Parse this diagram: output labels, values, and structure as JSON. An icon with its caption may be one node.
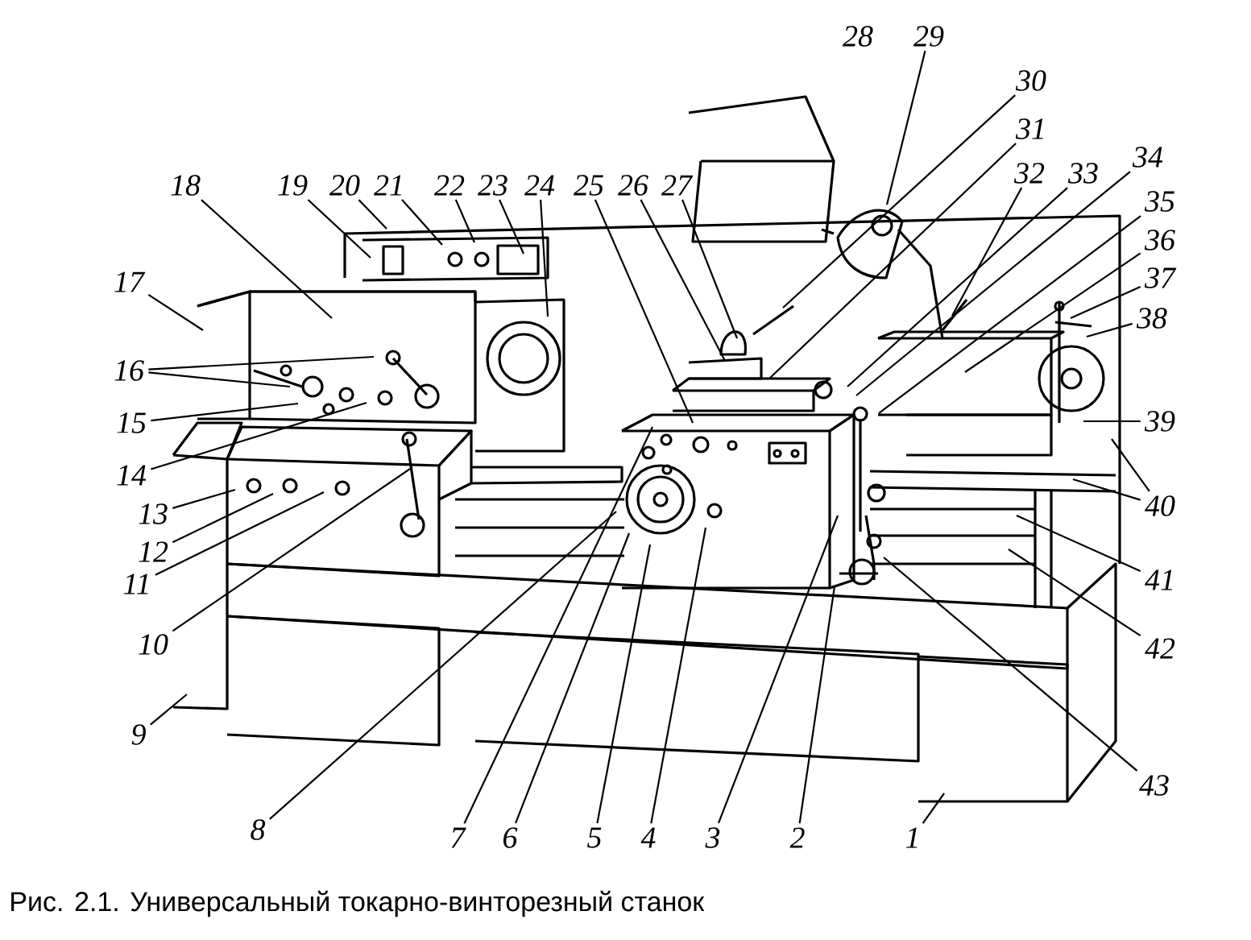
{
  "diagram": {
    "caption": "Рис. 2.1. Универсальный токарно-винторезный станок",
    "nodes": [
      {
        "text": [
          "1"
        ]
      },
      {
        "text": [
          "2"
        ]
      },
      {
        "text": [
          "3"
        ]
      },
      {
        "text": [
          "4"
        ]
      },
      {
        "text": [
          "5"
        ]
      },
      {
        "text": [
          "6"
        ]
      },
      {
        "text": [
          "7"
        ]
      },
      {
        "text": [
          "8"
        ]
      },
      {
        "text": [
          "9"
        ]
      },
      {
        "text": [
          "10"
        ]
      },
      {
        "text": [
          "11"
        ]
      },
      {
        "text": [
          "12"
        ]
      },
      {
        "text": [
          "13"
        ]
      },
      {
        "text": [
          "14"
        ]
      },
      {
        "text": [
          "15"
        ]
      },
      {
        "text": [
          "16"
        ]
      },
      {
        "text": [
          "17"
        ]
      },
      {
        "text": [
          "18"
        ]
      },
      {
        "text": [
          "19"
        ]
      },
      {
        "text": [
          "20"
        ]
      },
      {
        "text": [
          "21"
        ]
      },
      {
        "text": [
          "22"
        ]
      },
      {
        "text": [
          "23"
        ]
      },
      {
        "text": [
          "24"
        ]
      },
      {
        "text": [
          "25"
        ]
      },
      {
        "text": [
          "26"
        ]
      },
      {
        "text": [
          "27"
        ]
      },
      {
        "text": [
          "28"
        ]
      },
      {
        "text": [
          "29"
        ]
      },
      {
        "text": [
          "30"
        ]
      },
      {
        "text": [
          "31"
        ]
      },
      {
        "text": [
          "32"
        ]
      },
      {
        "text": [
          "33"
        ]
      },
      {
        "text": [
          "34"
        ]
      },
      {
        "text": [
          "35"
        ]
      },
      {
        "text": [
          "36"
        ]
      },
      {
        "text": [
          "37"
        ]
      },
      {
        "text": [
          "38"
        ]
      },
      {
        "text": [
          "39"
        ]
      },
      {
        "text": [
          "40"
        ]
      },
      {
        "text": [
          "41"
        ]
      },
      {
        "text": [
          "42"
        ]
      },
      {
        "text": [
          "43"
        ]
      }
    ],
    "edges": [
      {
        "from": 0,
        "to": null,
        "arrow": "none"
      },
      {
        "from": 1,
        "to": null,
        "arrow": "none"
      },
      {
        "from": 2,
        "to": null,
        "arrow": "none"
      },
      {
        "from": 3,
        "to": null,
        "arrow": "none"
      },
      {
        "from": 4,
        "to": null,
        "arrow": "none"
      },
      {
        "from": 5,
        "to": null,
        "arrow": "none"
      },
      {
        "from": 6,
        "to": null,
        "arrow": "none"
      },
      {
        "from": 7,
        "to": null,
        "arrow": "none"
      },
      {
        "from": 8,
        "to": null,
        "arrow": "none"
      },
      {
        "from": 9,
        "to": null,
        "arrow": "none"
      },
      {
        "from": 10,
        "to": null,
        "arrow": "none"
      },
      {
        "from": 11,
        "to": null,
        "arrow": "none"
      },
      {
        "from": 12,
        "to": null,
        "arrow": "none"
      },
      {
        "from": 13,
        "to": null,
        "arrow": "none"
      },
      {
        "from": 14,
        "to": null,
        "arrow": "none"
      },
      {
        "from": 15,
        "to": null,
        "arrow": "none"
      },
      {
        "from": 15,
        "to": null,
        "arrow": "none"
      },
      {
        "from": 16,
        "to": null,
        "arrow": "none"
      },
      {
        "from": 17,
        "to": null,
        "arrow": "none"
      },
      {
        "from": 18,
        "to": null,
        "arrow": "none"
      },
      {
        "from": 19,
        "to": null,
        "arrow": "none"
      },
      {
        "from": 20,
        "to": null,
        "arrow": "none"
      },
      {
        "from": 21,
        "to": null,
        "arrow": "none"
      },
      {
        "from": 22,
        "to": null,
        "arrow": "none"
      },
      {
        "from": 23,
        "to": null,
        "arrow": "none"
      },
      {
        "from": 24,
        "to": null,
        "arrow": "none"
      },
      {
        "from": 25,
        "to": null,
        "arrow": "none"
      },
      {
        "from": 26,
        "to": null,
        "arrow": "none"
      },
      {
        "from": 28,
        "to": null,
        "arrow": "none"
      },
      {
        "from": 29,
        "to": null,
        "arrow": "none"
      },
      {
        "from": 30,
        "to": null,
        "arrow": "none"
      },
      {
        "from": 31,
        "to": null,
        "arrow": "none"
      },
      {
        "from": 32,
        "to": null,
        "arrow": "none"
      },
      {
        "from": 33,
        "to": null,
        "arrow": "none"
      },
      {
        "from": 34,
        "to": null,
        "arrow": "none"
      },
      {
        "from": 35,
        "to": null,
        "arrow": "none"
      },
      {
        "from": 36,
        "to": null,
        "arrow": "none"
      },
      {
        "from": 37,
        "to": null,
        "arrow": "none"
      },
      {
        "from": 38,
        "to": null,
        "arrow": "none"
      },
      {
        "from": 39,
        "to": null,
        "arrow": "none"
      },
      {
        "from": 39,
        "to": null,
        "arrow": "none"
      },
      {
        "from": 40,
        "to": null,
        "arrow": "none"
      },
      {
        "from": 41,
        "to": null,
        "arrow": "none"
      },
      {
        "from": 42,
        "to": null,
        "arrow": "none"
      }
    ]
  }
}
